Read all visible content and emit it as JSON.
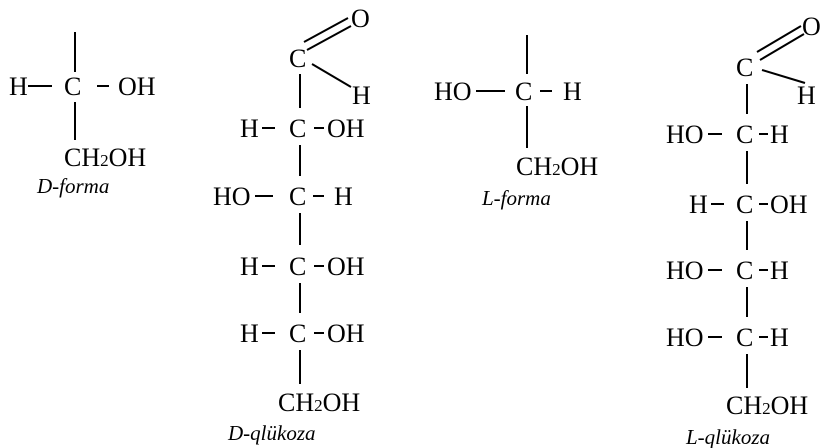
{
  "colors": {
    "ink": "#000000",
    "background": "#ffffff"
  },
  "labels": {
    "h": "H",
    "c": "C",
    "o": "O",
    "oh": "OH",
    "ho": "HO",
    "ch2_ch": "CH",
    "ch2_sub": "2",
    "ch2_oh": "OH"
  },
  "captions": {
    "d_form": "D-forma",
    "l_form": "L-forma",
    "d_glucose": "D-qlükoza",
    "l_glucose": "L-qlükoza"
  }
}
